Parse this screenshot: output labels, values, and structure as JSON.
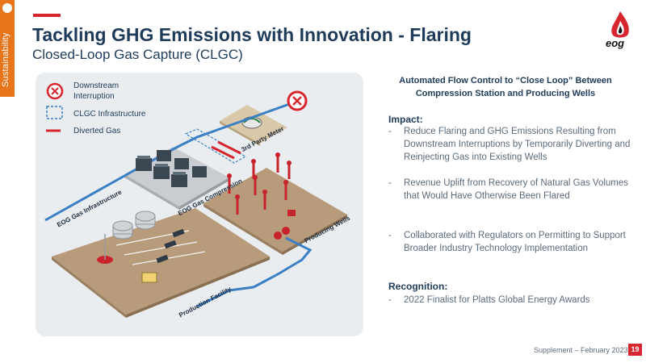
{
  "side_tab": {
    "label": "Sustainability"
  },
  "header": {
    "title": "Tackling GHG Emissions with Innovation - Flaring",
    "subtitle": "Closed-Loop Gas Capture (CLGC)",
    "logo_text": "eog"
  },
  "diagram": {
    "legend": [
      {
        "icon": "downstream-interruption-icon",
        "label": "Downstream Interruption"
      },
      {
        "icon": "clgc-infrastructure-icon",
        "label": "CLGC Infrastructure"
      },
      {
        "icon": "diverted-gas-icon",
        "label": "Diverted Gas"
      }
    ],
    "labels": {
      "third_party_meter": "3rd Party Meter",
      "eog_gas_compression": "EOG Gas Compression",
      "eog_gas_infrastructure": "EOG Gas Infrastructure",
      "producing_wells": "Producing Wells",
      "production_facility": "Production Facility"
    }
  },
  "content": {
    "heading": "Automated Flow Control to “Close Loop” Between Compression Station and Producing Wells",
    "impact_title": "Impact:",
    "impact_items": [
      "Reduce Flaring and GHG Emissions Resulting from Downstream Interruptions by Temporarily Diverting and Reinjecting Gas into Existing Wells",
      "Revenue Uplift from Recovery of Natural Gas Volumes that Would Have Otherwise Been Flared",
      "Collaborated with Regulators on Permitting to Support Broader Industry Technology Implementation"
    ],
    "recognition_title": "Recognition:",
    "recognition_items": [
      "2022 Finalist for Platts Global Energy Awards"
    ],
    "dash": "-"
  },
  "footer": {
    "text": "Supplement – February 2023",
    "page": "19"
  },
  "colors": {
    "accent_red": "#d7262f",
    "navy": "#1f3b5a",
    "orange_tab": "#e8751a",
    "pipe_blue": "#3b7fc4"
  }
}
